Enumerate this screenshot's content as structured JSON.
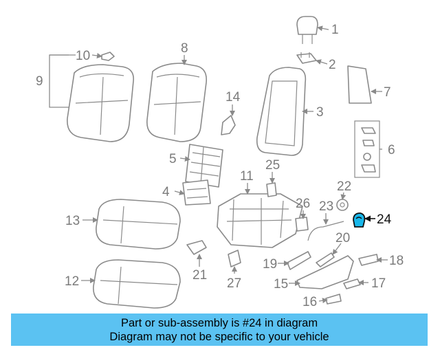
{
  "diagram": {
    "highlighted_part": "24",
    "highlight_color": "#18b7ea",
    "callouts": [
      "1",
      "2",
      "3",
      "4",
      "5",
      "6",
      "7",
      "8",
      "9",
      "10",
      "11",
      "12",
      "13",
      "14",
      "15",
      "16",
      "17",
      "18",
      "19",
      "20",
      "21",
      "22",
      "23",
      "24",
      "25",
      "26",
      "27"
    ]
  },
  "banner": {
    "line1": "Part or sub-assembly is #24 in diagram",
    "line2": "Diagram may not be specific to your vehicle",
    "color": "#5bc2f2"
  }
}
